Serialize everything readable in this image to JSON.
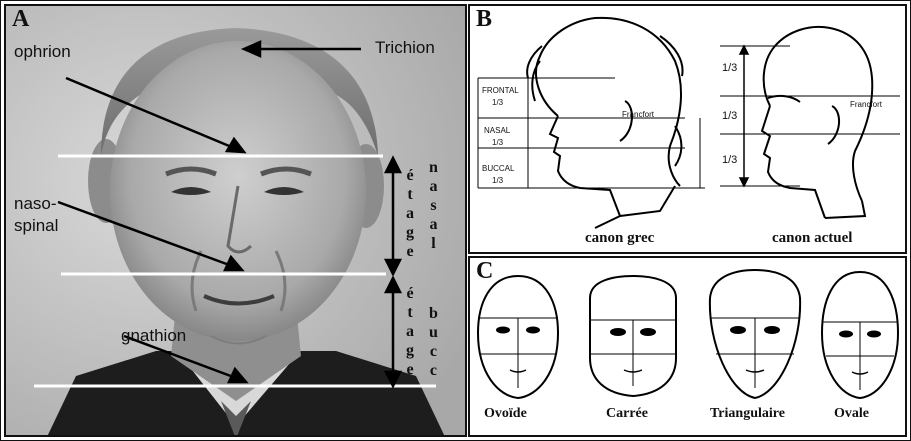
{
  "panel_a": {
    "letter": "A",
    "labels": {
      "ophrion": "ophrion",
      "trichion": "Trichion",
      "naso": "naso-",
      "spinal": "spinal",
      "gnathion": "gnathion"
    },
    "stage_nasal_left": [
      "é",
      "t",
      "a",
      "g",
      "e"
    ],
    "stage_nasal_right": [
      "n",
      "a",
      "s",
      "a",
      "l"
    ],
    "stage_buccal_left": [
      "é",
      "t",
      "a",
      "g",
      "e"
    ],
    "stage_buccal_right": [
      "b",
      "u",
      "c",
      "c"
    ]
  },
  "panel_b": {
    "letter": "B",
    "greek": {
      "caption": "canon grec",
      "frontal": "FRONTAL",
      "nasal": "NASAL",
      "buccal": "BUCCAL",
      "third": "1/3",
      "frankfort": "Francfort"
    },
    "modern": {
      "caption": "canon actuel",
      "thirds": [
        "1/3",
        "1/3",
        "1/3"
      ],
      "frankfort": "Francfort"
    }
  },
  "panel_c": {
    "letter": "C",
    "shapes": [
      "Ovoïde",
      "Carrée",
      "Triangulaire",
      "Ovale"
    ]
  }
}
